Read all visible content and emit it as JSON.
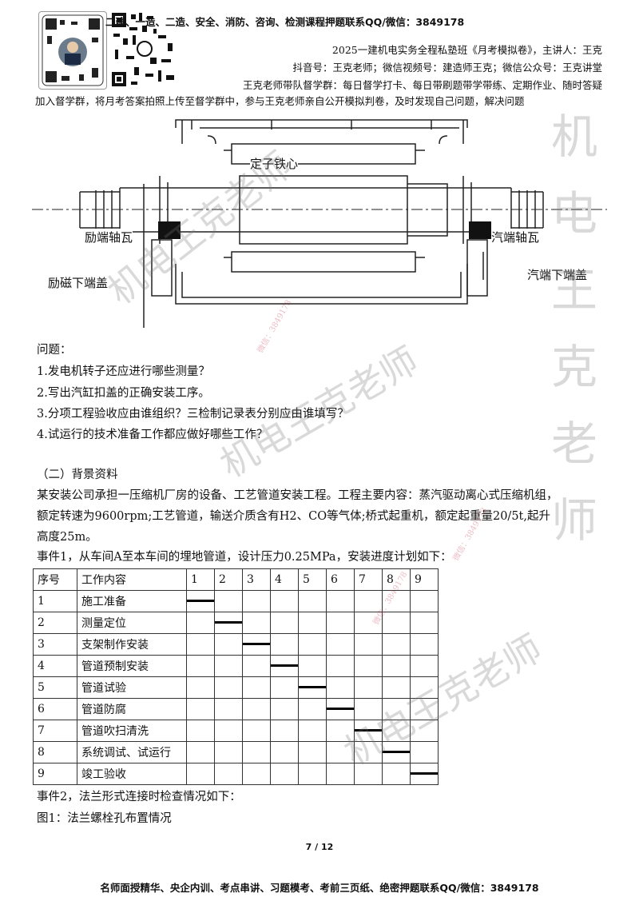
{
  "header": {
    "line1": "二建、一造、二造、安全、消防、咨询、检测课程押题联系QQ/微信：3849178",
    "line2": "2025一建机电实务全程私塾班《月考模拟卷》，主讲人：王克",
    "line3": "抖音号：王克老师；微信视频号：建造师王克；微信公众号：王克讲堂",
    "line4": "王克老师带队督学群：每日督学打卡、每日带刷题带学带练、定期作业、随时答疑",
    "line5": "加入督学群，将月考答案拍照上传至督学群中，参与王克老师亲自公开模拟判卷，及时发现自己问题，解决问题"
  },
  "diagram": {
    "label_stator": "定子铁心",
    "label_exciter_bearing": "励端轴瓦",
    "label_steam_bearing": "汽端轴瓦",
    "label_exciter_cover": "励磁下端盖",
    "label_steam_cover": "汽端下端盖"
  },
  "questions": {
    "heading": "问题：",
    "q1": "1.发电机转子还应进行哪些测量？",
    "q2": "2.写出汽缸扣盖的正确安装工序。",
    "q3": "3.分项工程验收应由谁组织？三检制记录表分别应由谁填写？",
    "q4": "4.试运行的技术准备工作都应做好哪些工作？"
  },
  "background": {
    "heading": "（二）背景资料",
    "p1": "某安装公司承担一压缩机厂房的设备、工艺管道安装工程。工程主要内容：蒸汽驱动离心式压缩机组，",
    "p2": "额定转速为9600rpm;工艺管道，输送介质含有H2、CO等气体;桥式起重机，额定起重量20/5t,起升",
    "p3": "高度25m。",
    "event1": "事件1，从车间A至本车间的埋地管道，设计压力0.25MPa，安装进度计划如下："
  },
  "schedule": {
    "col_no": "序号",
    "col_work": "工作内容",
    "days": [
      "1",
      "2",
      "3",
      "4",
      "5",
      "6",
      "7",
      "8",
      "9"
    ],
    "rows": [
      {
        "no": "1",
        "work": "施工准备",
        "day": 1
      },
      {
        "no": "2",
        "work": "测量定位",
        "day": 2
      },
      {
        "no": "3",
        "work": "支架制作安装",
        "day": 3
      },
      {
        "no": "4",
        "work": "管道预制安装",
        "day": 4
      },
      {
        "no": "5",
        "work": "管道试验",
        "day": 5
      },
      {
        "no": "6",
        "work": "管道防腐",
        "day": 6
      },
      {
        "no": "7",
        "work": "管道吹扫清洗",
        "day": 7
      },
      {
        "no": "8",
        "work": "系统调试、试运行",
        "day": 8
      },
      {
        "no": "9",
        "work": "竣工验收",
        "day": 9
      }
    ]
  },
  "after": {
    "event2": "事件2，法兰形式连接时检查情况如下：",
    "fig1": "图1：法兰螺栓孔布置情况"
  },
  "watermarks": {
    "w1": "机电王克老师",
    "w2": "机电王克老师",
    "w3": "机电王克老师",
    "vertical": "机电王克老师",
    "small": "微信：3849178"
  },
  "page_number": "7 / 12",
  "footer": "名师面授精华、央企内训、考点串讲、习题模考、考前三页纸、绝密押题联系QQ/微信：3849178"
}
